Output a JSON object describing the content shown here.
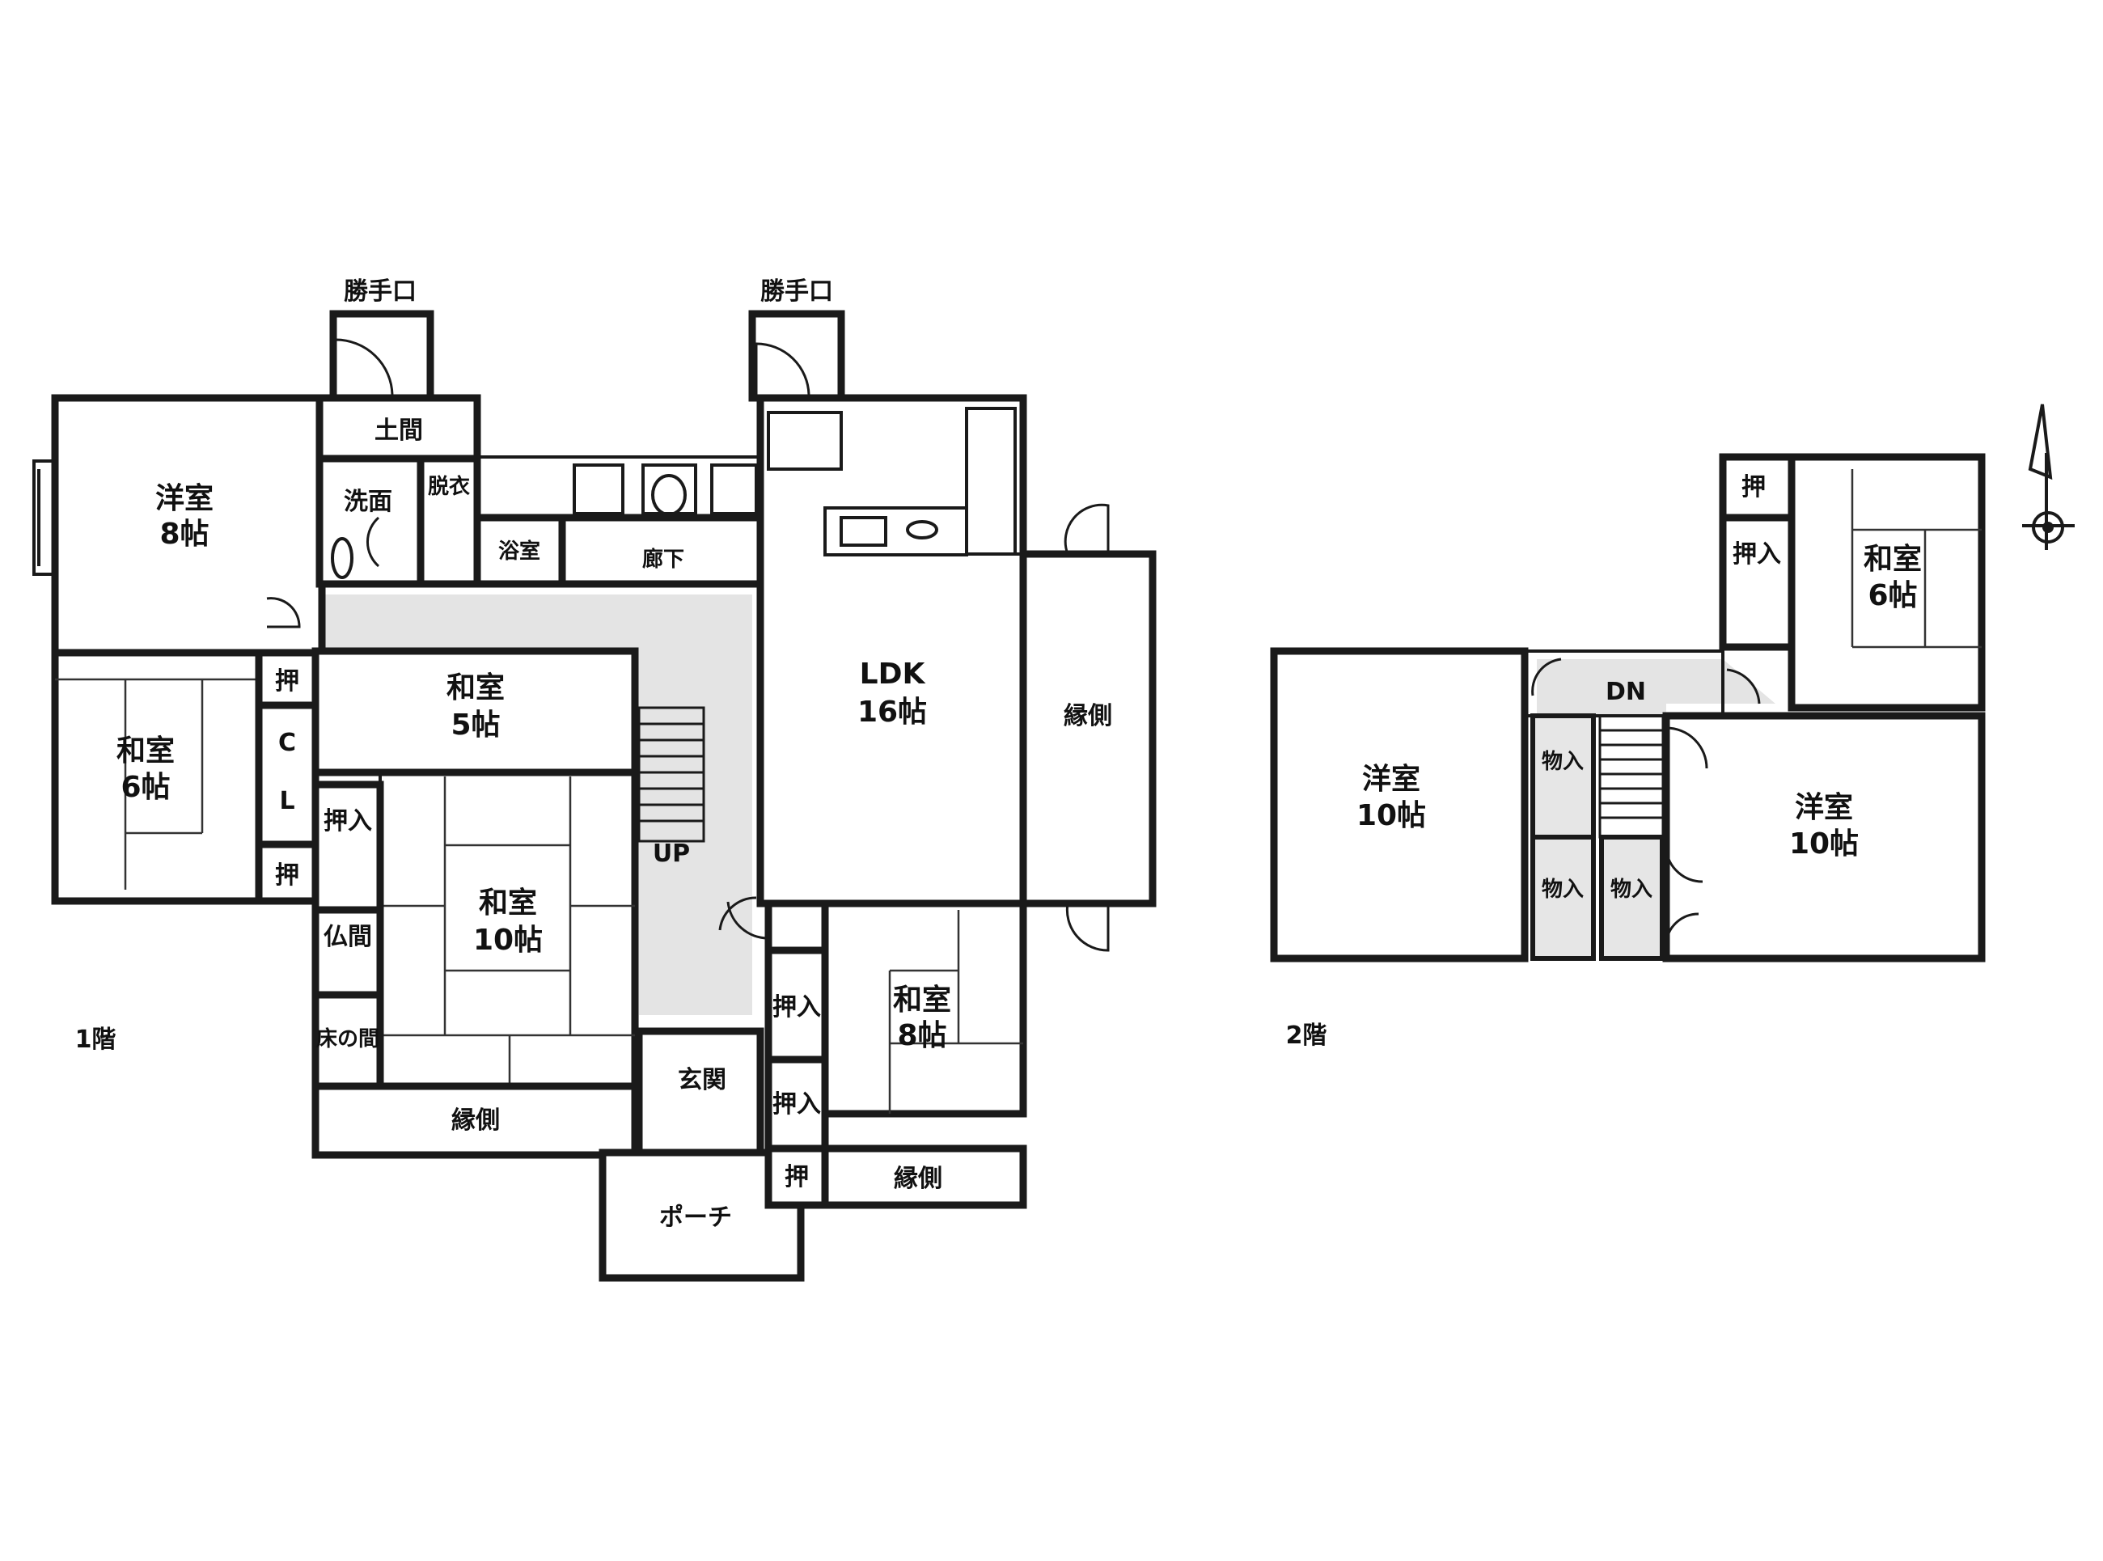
{
  "floor1": {
    "label": "1階",
    "rooms": {
      "katteguchi_left": "勝手口",
      "katteguchi_right": "勝手口",
      "doma": "土間",
      "senmen": "洗面",
      "yokushitsu": "浴室",
      "dansai": "脱衣",
      "rouka": "廊下",
      "youshitsu8": "洋室",
      "youshitsu8_size": "8帖",
      "washitsu6w": "和室",
      "washitsu6w_size": "6帖",
      "oshi_top": "押",
      "cl": "C",
      "cl2": "L",
      "oshi_bottom": "押",
      "washitsu5": "和室",
      "washitsu5_size": "5帖",
      "oshiire_left": "押入",
      "butsuma": "仏間",
      "tokonoma": "床の間",
      "washitsu10": "和室",
      "washitsu10_size": "10帖",
      "engawa": "縁側",
      "up": "UP",
      "ldk": "LDK",
      "ldk_size": "16帖",
      "sunroom": "縁側",
      "oshiire_r1": "押入",
      "oshiire_r2": "押入",
      "washitsu8e": "和室",
      "washitsu8e_size": "8帖",
      "genkan": "玄関",
      "porch": "ポーチ",
      "oshi_r3": "押",
      "engawa_r": "縁側"
    }
  },
  "floor2": {
    "label": "2階",
    "rooms": {
      "oshi_a": "押",
      "oshiire_a": "押入",
      "washitsu6": "和室",
      "washitsu6_size": "6帖",
      "dn": "DN",
      "youshitsu10w": "洋室",
      "youshitsu10w_size": "10帖",
      "nyuu_1": "物入",
      "nyuu_2": "物入",
      "nyuu_3": "物入",
      "youshitsu10e": "洋室",
      "youshitsu10e_size": "10帖"
    }
  },
  "compass_icon": "north-arrow-icon"
}
